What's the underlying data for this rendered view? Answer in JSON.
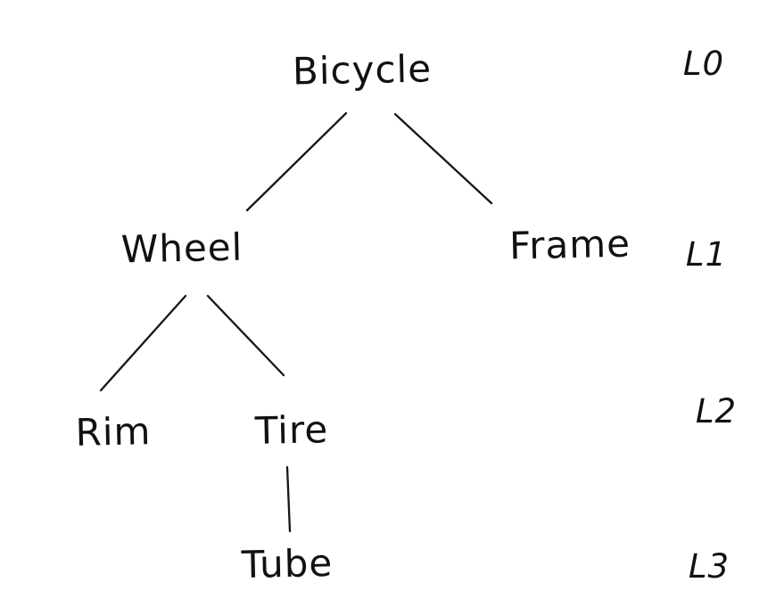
{
  "diagram": {
    "background_color": "#ffffff",
    "ink_color": "#161616",
    "nodes": {
      "bicycle": {
        "label": "Bicycle",
        "level": "L0"
      },
      "wheel": {
        "label": "Wheel",
        "level": "L1"
      },
      "frame": {
        "label": "Frame",
        "level": "L1"
      },
      "rim": {
        "label": "Rim",
        "level": "L2"
      },
      "tire": {
        "label": "Tire",
        "level": "L2"
      },
      "tube": {
        "label": "Tube",
        "level": "L3"
      }
    },
    "edges": [
      {
        "from": "Bicycle",
        "to": "Wheel"
      },
      {
        "from": "Bicycle",
        "to": "Frame"
      },
      {
        "from": "Wheel",
        "to": "Rim"
      },
      {
        "from": "Wheel",
        "to": "Tire"
      },
      {
        "from": "Tire",
        "to": "Tube"
      }
    ],
    "levels": [
      {
        "label": "L0"
      },
      {
        "label": "L1"
      },
      {
        "label": "L2"
      },
      {
        "label": "L3"
      }
    ]
  }
}
